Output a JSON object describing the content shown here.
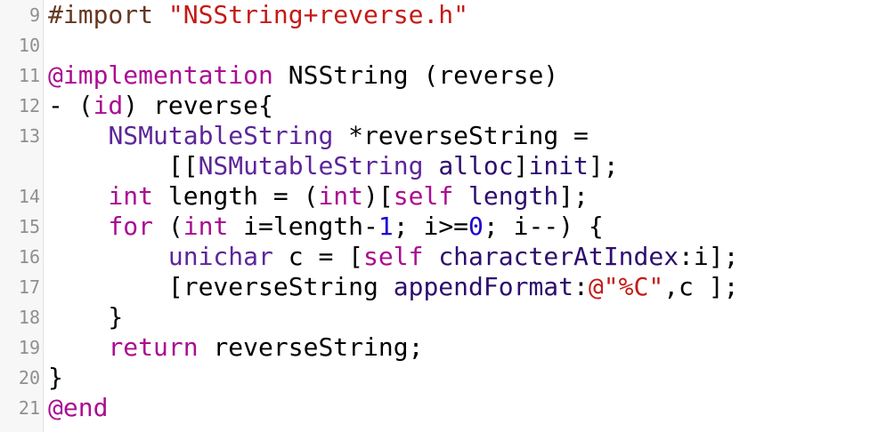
{
  "colors": {
    "plain": "#000000",
    "keyword": "#aa0d91",
    "string": "#c41a16",
    "number": "#1c00cf",
    "type": "#5c2699",
    "method": "#2e0d6e",
    "directive": "#643820",
    "gutter_text": "#8f8f8f"
  },
  "lines": [
    {
      "number": "9",
      "tokens": [
        {
          "text": "#import ",
          "kind": "directive"
        },
        {
          "text": "\"NSString+reverse.h\"",
          "kind": "string"
        }
      ]
    },
    {
      "number": "10",
      "tokens": []
    },
    {
      "number": "11",
      "tokens": [
        {
          "text": "@implementation",
          "kind": "keyword"
        },
        {
          "text": " NSString (reverse)",
          "kind": "plain"
        }
      ]
    },
    {
      "number": "12",
      "tokens": [
        {
          "text": "- (",
          "kind": "plain"
        },
        {
          "text": "id",
          "kind": "keyword"
        },
        {
          "text": ") reverse{",
          "kind": "plain"
        }
      ]
    },
    {
      "number": "13",
      "tokens": [
        {
          "text": "    ",
          "kind": "plain"
        },
        {
          "text": "NSMutableString",
          "kind": "type"
        },
        {
          "text": " *reverseString =",
          "kind": "plain"
        }
      ]
    },
    {
      "number": "",
      "tokens": [
        {
          "text": "        [[",
          "kind": "plain"
        },
        {
          "text": "NSMutableString",
          "kind": "type"
        },
        {
          "text": " ",
          "kind": "plain"
        },
        {
          "text": "alloc",
          "kind": "method"
        },
        {
          "text": "]",
          "kind": "plain"
        },
        {
          "text": "init",
          "kind": "method"
        },
        {
          "text": "];",
          "kind": "plain"
        }
      ]
    },
    {
      "number": "14",
      "tokens": [
        {
          "text": "    ",
          "kind": "plain"
        },
        {
          "text": "int",
          "kind": "keyword"
        },
        {
          "text": " length = (",
          "kind": "plain"
        },
        {
          "text": "int",
          "kind": "keyword"
        },
        {
          "text": ")[",
          "kind": "plain"
        },
        {
          "text": "self",
          "kind": "keyword"
        },
        {
          "text": " ",
          "kind": "plain"
        },
        {
          "text": "length",
          "kind": "method"
        },
        {
          "text": "];",
          "kind": "plain"
        }
      ]
    },
    {
      "number": "15",
      "tokens": [
        {
          "text": "    ",
          "kind": "plain"
        },
        {
          "text": "for",
          "kind": "keyword"
        },
        {
          "text": " (",
          "kind": "plain"
        },
        {
          "text": "int",
          "kind": "keyword"
        },
        {
          "text": " i=length-",
          "kind": "plain"
        },
        {
          "text": "1",
          "kind": "number"
        },
        {
          "text": "; i>=",
          "kind": "plain"
        },
        {
          "text": "0",
          "kind": "number"
        },
        {
          "text": "; i--) {",
          "kind": "plain"
        }
      ]
    },
    {
      "number": "16",
      "tokens": [
        {
          "text": "        ",
          "kind": "plain"
        },
        {
          "text": "unichar",
          "kind": "type"
        },
        {
          "text": " c = [",
          "kind": "plain"
        },
        {
          "text": "self",
          "kind": "keyword"
        },
        {
          "text": " ",
          "kind": "plain"
        },
        {
          "text": "characterAtIndex",
          "kind": "method"
        },
        {
          "text": ":i];",
          "kind": "plain"
        }
      ]
    },
    {
      "number": "17",
      "tokens": [
        {
          "text": "        [reverseString ",
          "kind": "plain"
        },
        {
          "text": "appendFormat",
          "kind": "method"
        },
        {
          "text": ":",
          "kind": "plain"
        },
        {
          "text": "@\"%C\"",
          "kind": "string"
        },
        {
          "text": ",c ];",
          "kind": "plain"
        }
      ]
    },
    {
      "number": "18",
      "tokens": [
        {
          "text": "    }",
          "kind": "plain"
        }
      ]
    },
    {
      "number": "19",
      "tokens": [
        {
          "text": "    ",
          "kind": "plain"
        },
        {
          "text": "return",
          "kind": "keyword"
        },
        {
          "text": " reverseString;",
          "kind": "plain"
        }
      ]
    },
    {
      "number": "20",
      "tokens": [
        {
          "text": "}",
          "kind": "plain"
        }
      ]
    },
    {
      "number": "21",
      "tokens": [
        {
          "text": "@end",
          "kind": "keyword"
        }
      ]
    }
  ]
}
